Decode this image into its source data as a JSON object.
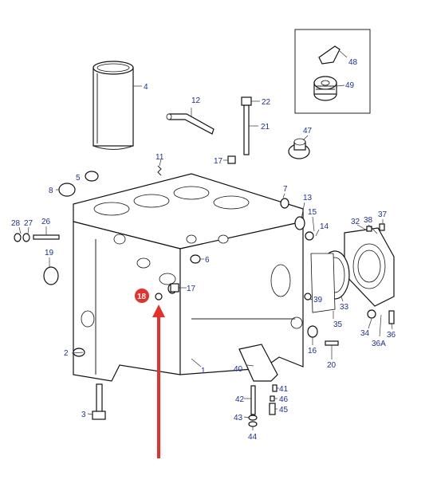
{
  "diagram": {
    "highlight_color": "#e8302a",
    "arrow_color": "#e8302a",
    "callout_color": "#1a2fb5",
    "callouts": [
      {
        "id": "c1",
        "label": "1"
      },
      {
        "id": "c2",
        "label": "2"
      },
      {
        "id": "c3",
        "label": "3"
      },
      {
        "id": "c4",
        "label": "4"
      },
      {
        "id": "c5",
        "label": "5"
      },
      {
        "id": "c6",
        "label": "6"
      },
      {
        "id": "c7",
        "label": "7"
      },
      {
        "id": "c8",
        "label": "8"
      },
      {
        "id": "c11",
        "label": "11"
      },
      {
        "id": "c12",
        "label": "12"
      },
      {
        "id": "c13",
        "label": "13"
      },
      {
        "id": "c14",
        "label": "14"
      },
      {
        "id": "c15",
        "label": "15"
      },
      {
        "id": "c16",
        "label": "16"
      },
      {
        "id": "c17a",
        "label": "17"
      },
      {
        "id": "c17b",
        "label": "17"
      },
      {
        "id": "c18",
        "label": "18"
      },
      {
        "id": "c19",
        "label": "19"
      },
      {
        "id": "c20",
        "label": "20"
      },
      {
        "id": "c21",
        "label": "21"
      },
      {
        "id": "c22",
        "label": "22"
      },
      {
        "id": "c26",
        "label": "26"
      },
      {
        "id": "c27",
        "label": "27"
      },
      {
        "id": "c28",
        "label": "28"
      },
      {
        "id": "c32",
        "label": "32"
      },
      {
        "id": "c33",
        "label": "33"
      },
      {
        "id": "c34",
        "label": "34"
      },
      {
        "id": "c35",
        "label": "35"
      },
      {
        "id": "c36",
        "label": "36"
      },
      {
        "id": "c36a",
        "label": "36A"
      },
      {
        "id": "c37",
        "label": "37"
      },
      {
        "id": "c38",
        "label": "38"
      },
      {
        "id": "c39",
        "label": "39"
      },
      {
        "id": "c40",
        "label": "40"
      },
      {
        "id": "c41",
        "label": "41"
      },
      {
        "id": "c42",
        "label": "42"
      },
      {
        "id": "c43",
        "label": "43"
      },
      {
        "id": "c44",
        "label": "44"
      },
      {
        "id": "c45",
        "label": "45"
      },
      {
        "id": "c46",
        "label": "46"
      },
      {
        "id": "c47",
        "label": "47"
      },
      {
        "id": "c48",
        "label": "48"
      },
      {
        "id": "c49",
        "label": "49"
      }
    ]
  }
}
